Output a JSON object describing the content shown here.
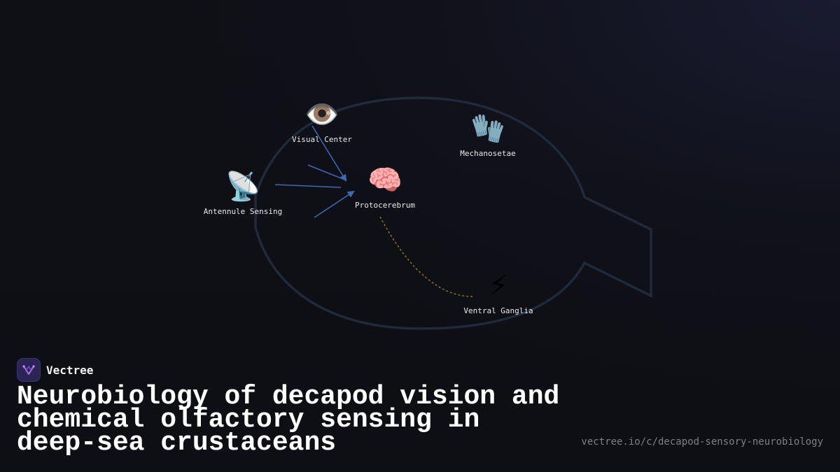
{
  "diagram": {
    "nodes": [
      {
        "id": "visual",
        "emoji": "👁️",
        "icon": "eye-icon",
        "label": "Visual Center"
      },
      {
        "id": "mechano",
        "emoji": "🧤",
        "icon": "gloves-icon",
        "label": "Mechanosetae"
      },
      {
        "id": "antennule",
        "emoji": "📡",
        "icon": "satellite-dish-icon",
        "label": "Antennule Sensing"
      },
      {
        "id": "protocerebrum",
        "emoji": "🧠",
        "icon": "brain-icon",
        "label": "Protocerebrum"
      },
      {
        "id": "ventral",
        "emoji": "⚡",
        "icon": "lightning-icon",
        "label": "Ventral Ganglia"
      }
    ],
    "edges": [
      {
        "from": "visual",
        "to": "protocerebrum",
        "style": "arrow"
      },
      {
        "from": "antennule",
        "to": "protocerebrum",
        "style": "arrow"
      },
      {
        "from": "protocerebrum",
        "to": "ventral",
        "style": "dotted"
      }
    ],
    "colors": {
      "arrow": "#3b6bb5",
      "dotted": "#8a7420",
      "outline": "#1f2a3a"
    }
  },
  "brand": {
    "name": "Vectree",
    "logo_icon": "vectree-logo-icon"
  },
  "title": "Neurobiology of decapod vision and chemical olfactory sensing in deep-sea crustaceans",
  "url": "vectree.io/c/decapod-sensory-neurobiology"
}
